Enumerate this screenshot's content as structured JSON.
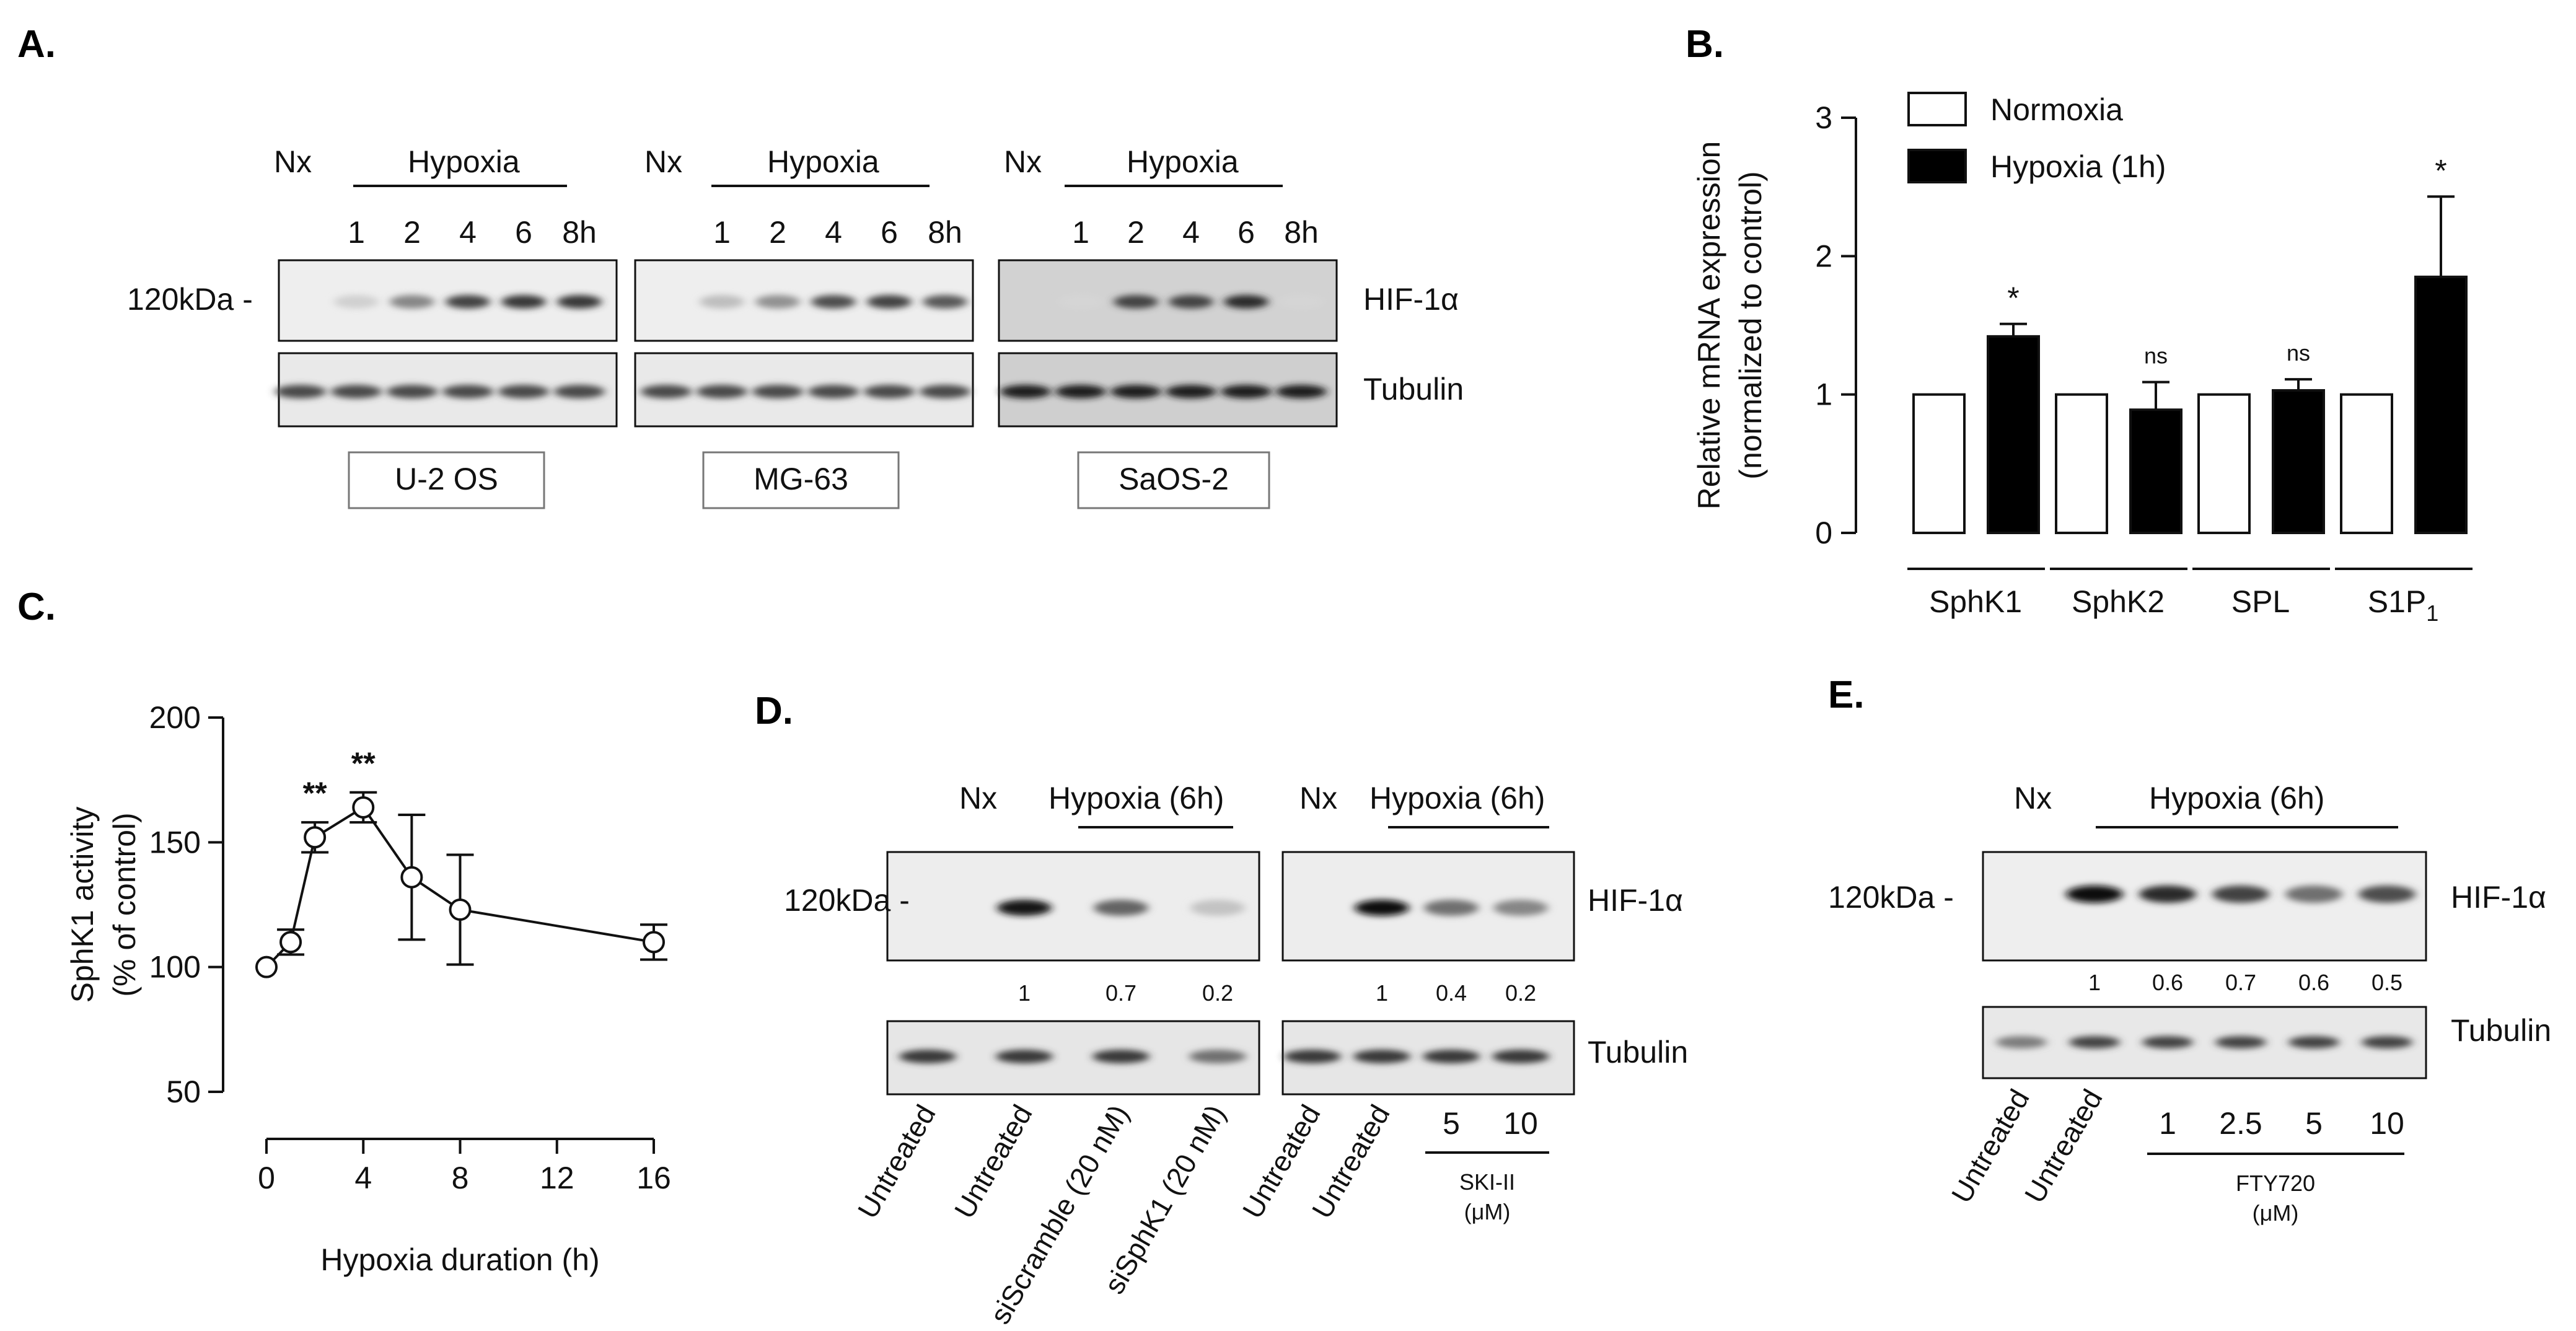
{
  "panels": {
    "a": {
      "label": "A.",
      "size_marker": "120kDa -",
      "protein_labels": [
        "HIF-1α",
        "Tubulin"
      ],
      "blots": [
        {
          "cell_line": "U-2 OS",
          "nx": "Nx",
          "condition": "Hypoxia",
          "lanes": [
            "1",
            "2",
            "4",
            "6",
            "8h"
          ],
          "hif": [
            0.0,
            0.12,
            0.45,
            0.75,
            0.8,
            0.8
          ],
          "background": "light"
        },
        {
          "cell_line": "MG-63",
          "nx": "Nx",
          "condition": "Hypoxia",
          "lanes": [
            "1",
            "2",
            "4",
            "6",
            "8h"
          ],
          "hif": [
            0.0,
            0.2,
            0.4,
            0.7,
            0.75,
            0.65
          ],
          "background": "light"
        },
        {
          "cell_line": "SaOS-2",
          "nx": "Nx",
          "condition": "Hypoxia",
          "lanes": [
            "1",
            "2",
            "4",
            "6",
            "8h"
          ],
          "hif": [
            0.0,
            0.1,
            0.75,
            0.75,
            0.85,
            0.1
          ],
          "background": "gray"
        }
      ]
    },
    "b": {
      "label": "B."
    },
    "c": {
      "label": "C."
    },
    "d": {
      "label": "D.",
      "size_marker": "120kDa -",
      "protein_labels": [
        "HIF-1α",
        "Tubulin"
      ],
      "blots": [
        {
          "nx": "Nx",
          "condition": "Hypoxia (6h)",
          "quant": [
            "1",
            "0.7",
            "0.2"
          ],
          "hif": [
            0.0,
            0.95,
            0.6,
            0.18
          ]
        },
        {
          "nx": "Nx",
          "condition": "Hypoxia (6h)",
          "quant": [
            "1",
            "0.4",
            "0.2"
          ],
          "hif": [
            0.0,
            1.0,
            0.55,
            0.45
          ]
        }
      ],
      "lane_labels_1": [
        "Untreated",
        "Untreated",
        "siScramble (20 nM)",
        "siSphK1 (20 nM)"
      ],
      "lane_labels_2": [
        "Untreated",
        "Untreated"
      ],
      "doses": [
        "5",
        "10"
      ],
      "drug": "SKI-II",
      "unit": "(μM)"
    },
    "e": {
      "label": "E.",
      "size_marker": "120kDa -",
      "protein_labels": [
        "HIF-1α",
        "Tubulin"
      ],
      "nx": "Nx",
      "condition": "Hypoxia (6h)",
      "quant": [
        "1",
        "0.6",
        "0.7",
        "0.6",
        "0.5"
      ],
      "hif": [
        0.0,
        1.0,
        0.85,
        0.75,
        0.55,
        0.7
      ],
      "lane_labels": [
        "Untreated",
        "Untreated"
      ],
      "doses": [
        "1",
        "2.5",
        "5",
        "10"
      ],
      "drug": "FTY720",
      "unit": "(μM)"
    }
  },
  "chart_data": [
    {
      "type": "bar",
      "panel": "B",
      "ylabel_line1": "Relative mRNA expression",
      "ylabel_line2": "(normalized to control)",
      "categories": [
        "SphK1",
        "SphK2",
        "SPL",
        "S1P1"
      ],
      "category_display": [
        {
          "main": "SphK1",
          "sub": ""
        },
        {
          "main": "SphK2",
          "sub": ""
        },
        {
          "main": "SPL",
          "sub": ""
        },
        {
          "main": "S1P",
          "sub": "1"
        }
      ],
      "ylim": [
        0,
        3
      ],
      "yticks": [
        0,
        1,
        2,
        3
      ],
      "legend_position": "top-left",
      "series": [
        {
          "name": "Normoxia",
          "values": [
            1,
            1,
            1,
            1
          ],
          "errors": [
            0,
            0,
            0,
            0
          ],
          "fill": "#ffffff"
        },
        {
          "name": "Hypoxia (1h)",
          "values": [
            1.42,
            0.89,
            1.03,
            1.85
          ],
          "errors": [
            0.09,
            0.2,
            0.08,
            0.58
          ],
          "fill": "#000000"
        }
      ],
      "annotations": [
        "*",
        "ns",
        "ns",
        "*"
      ]
    },
    {
      "type": "line",
      "panel": "C",
      "xlabel": "Hypoxia duration (h)",
      "ylabel_line1": "SphK1 activity",
      "ylabel_line2": "(% of control)",
      "xlim": [
        0,
        16
      ],
      "ylim": [
        50,
        200
      ],
      "xticks": [
        0,
        4,
        8,
        12,
        16
      ],
      "yticks": [
        50,
        100,
        150,
        200
      ],
      "series": [
        {
          "x": [
            0,
            1,
            2,
            4,
            6,
            8,
            16
          ],
          "y": [
            100,
            110,
            152,
            164,
            136,
            123,
            110
          ],
          "err": [
            0,
            5,
            6,
            6,
            25,
            22,
            7
          ],
          "marker": "open-circle"
        }
      ],
      "annotations": [
        {
          "x": 2,
          "text": "**"
        },
        {
          "x": 4,
          "text": "**"
        }
      ]
    }
  ]
}
